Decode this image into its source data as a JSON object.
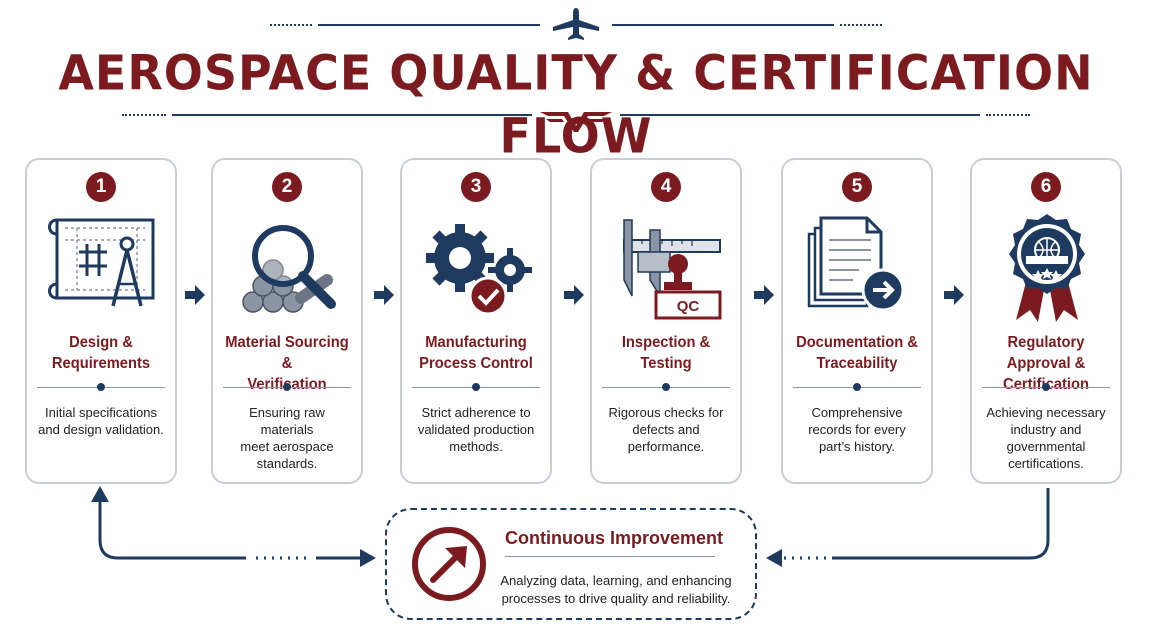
{
  "header": {
    "title": "AEROSPACE QUALITY & CERTIFICATION FLOW",
    "plane_icon": "airplane-icon",
    "wings_emblem": "wings-emblem-icon"
  },
  "steps": [
    {
      "number": "1",
      "title_line1": "Design &",
      "title_line2": "Requirements",
      "desc_line1": "Initial specifications",
      "desc_line2": "and design validation.",
      "desc_line3": "",
      "desc_line4": "",
      "icon": "blueprint-compass-icon"
    },
    {
      "number": "2",
      "title_line1": "Material Sourcing &",
      "title_line2": "Verification",
      "desc_line1": "Ensuring raw materials",
      "desc_line2": "meet aerospace",
      "desc_line3": "standards.",
      "desc_line4": "",
      "icon": "magnifier-materials-icon"
    },
    {
      "number": "3",
      "title_line1": "Manufacturing",
      "title_line2": "Process Control",
      "desc_line1": "Strict adherence to",
      "desc_line2": "validated production",
      "desc_line3": "methods.",
      "desc_line4": "",
      "icon": "gears-check-icon"
    },
    {
      "number": "4",
      "title_line1": "Inspection &",
      "title_line2": "Testing",
      "desc_line1": "Rigorous checks for",
      "desc_line2": "defects and",
      "desc_line3": "performance.",
      "desc_line4": "",
      "icon": "caliper-stamp-icon",
      "stamp_label": "QC"
    },
    {
      "number": "5",
      "title_line1": "Documentation &",
      "title_line2": "Traceability",
      "desc_line1": "Comprehensive",
      "desc_line2": "records for every",
      "desc_line3": "part’s history.",
      "desc_line4": "",
      "icon": "documents-arrow-icon"
    },
    {
      "number": "6",
      "title_line1": "Regulatory Approval &",
      "title_line2": "Certification",
      "desc_line1": "Achieving necessary",
      "desc_line2": "industry and",
      "desc_line3": "governmental",
      "desc_line4": "certifications.",
      "icon": "certification-seal-icon"
    }
  ],
  "improvement": {
    "title": "Continuous Improvement",
    "desc_line1": "Analyzing data, learning, and enhancing",
    "desc_line2": "processes to drive quality and reliability.",
    "icon": "trend-arrow-icon"
  },
  "colors": {
    "maroon": "#7b1b1f",
    "navy": "#1f3a5f",
    "border": "#c9ced6",
    "steel": "#8a94a3"
  }
}
